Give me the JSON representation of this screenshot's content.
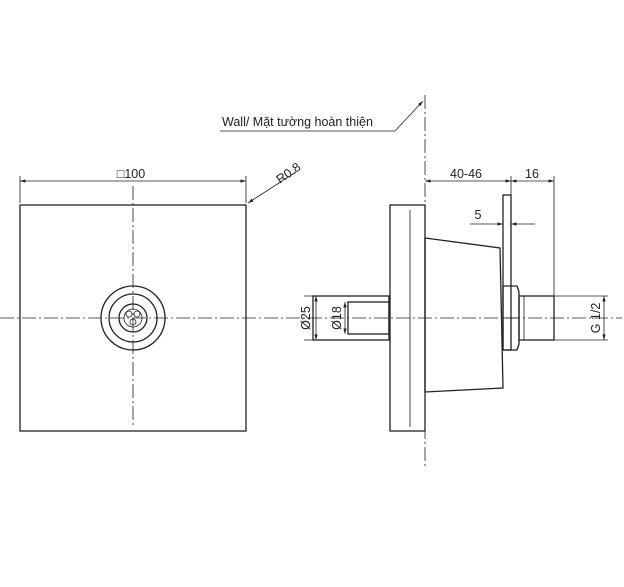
{
  "labels": {
    "wall": "Wall/ Mặt tường hoàn thiện",
    "width_100": "□100",
    "radius": "R0.8",
    "depth_40_46": "40-46",
    "dim_16": "16",
    "dim_5": "5",
    "dia_25": "Ø25",
    "dia_18": "Ø18",
    "thread": "G 1/2"
  },
  "colors": {
    "line": "#222222",
    "background": "#ffffff"
  }
}
